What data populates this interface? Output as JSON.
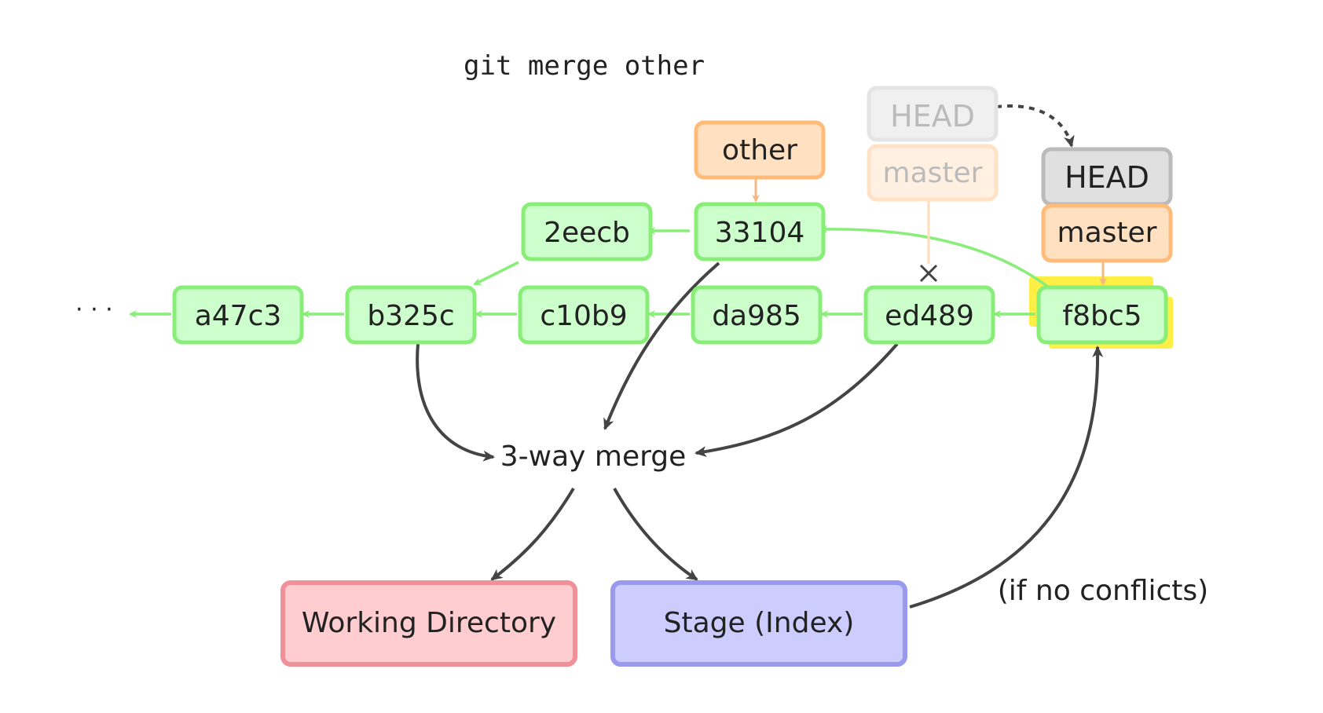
{
  "command": "git merge other",
  "ellipsis": "· · ·",
  "commits": {
    "a47c3": "a47c3",
    "b325c": "b325c",
    "c10b9": "c10b9",
    "da985": "da985",
    "ed489": "ed489",
    "f8bc5": "f8bc5",
    "eecb2": "2eecb",
    "c33104": "33104"
  },
  "refs": {
    "other": "other",
    "head_old": "HEAD",
    "master_old": "master",
    "head_new": "HEAD",
    "master_new": "master"
  },
  "merge_label": "3-way merge",
  "working_directory": "Working Directory",
  "stage": "Stage (Index)",
  "note": "(if no conflicts)",
  "colors": {
    "commit_fill": "#ccffcc",
    "commit_stroke": "#88ee77",
    "branch_fill": "#ffe0c0",
    "branch_stroke": "#ffbb77",
    "head_fill": "#e0e0e0",
    "head_stroke": "#bbbbbb",
    "wd_fill": "#ffccd0",
    "wd_stroke": "#f09098",
    "stage_fill": "#ccccff",
    "stage_stroke": "#9999ee",
    "highlight": "#ffee44",
    "arrow_dark": "#444444"
  }
}
